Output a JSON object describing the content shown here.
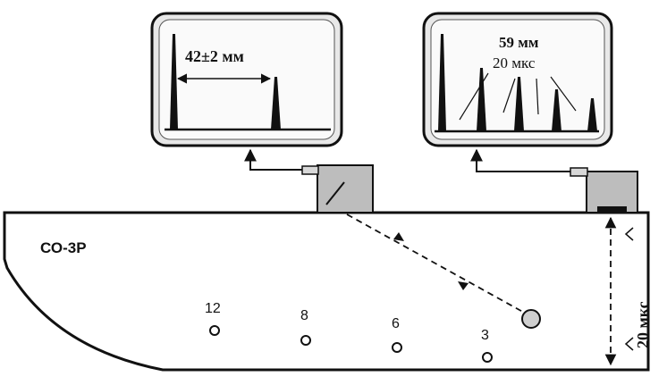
{
  "block_label": "СО-3Р",
  "holes": [
    {
      "label": "12"
    },
    {
      "label": "8"
    },
    {
      "label": "6"
    },
    {
      "label": "3"
    }
  ],
  "screen_left": {
    "annotation": "42±2 мм"
  },
  "screen_right": {
    "annotation_line1": "59 мм",
    "annotation_line2": "20 мкс"
  },
  "side_dimension": "20 мкс"
}
